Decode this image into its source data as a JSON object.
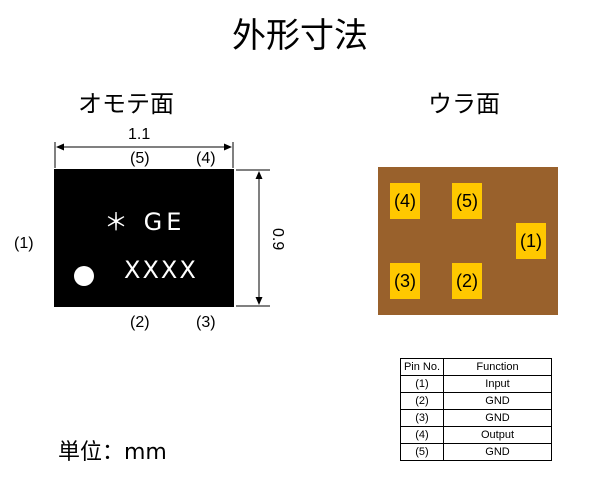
{
  "title": "外形寸法",
  "front": {
    "label": "オモテ面",
    "marking_line1": "＊ GE",
    "marking_line2": "XXXX",
    "width_dim": "1.1",
    "height_dim": "0.9",
    "pins": {
      "p1": "(1)",
      "p2": "(2)",
      "p3": "(3)",
      "p4": "(4)",
      "p5": "(5)"
    }
  },
  "back": {
    "label": "ウラ面",
    "body_color": "#99612c",
    "pad_color": "#ffc800",
    "pads": {
      "p1": "(1)",
      "p2": "(2)",
      "p3": "(3)",
      "p4": "(4)",
      "p5": "(5)"
    }
  },
  "pin_table": {
    "headers": [
      "Pin No.",
      "Function"
    ],
    "rows": [
      {
        "pin": "(1)",
        "function": "Input"
      },
      {
        "pin": "(2)",
        "function": "GND"
      },
      {
        "pin": "(3)",
        "function": "GND"
      },
      {
        "pin": "(4)",
        "function": "Output"
      },
      {
        "pin": "(5)",
        "function": "GND"
      }
    ]
  },
  "unit_label": "単位：mm"
}
